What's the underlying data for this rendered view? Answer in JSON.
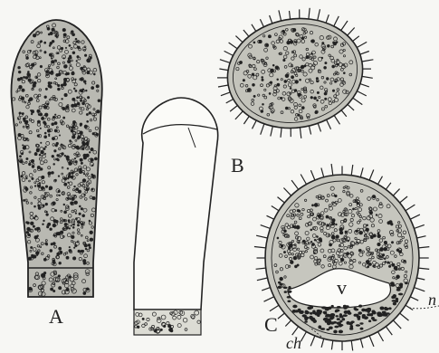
{
  "figure": {
    "labels": {
      "a": "A",
      "b": "B",
      "c": "C",
      "v": "v",
      "ch": "ch",
      "n": "n"
    },
    "colors": {
      "ink": "#222222",
      "paper": "#f7f7f4"
    }
  }
}
